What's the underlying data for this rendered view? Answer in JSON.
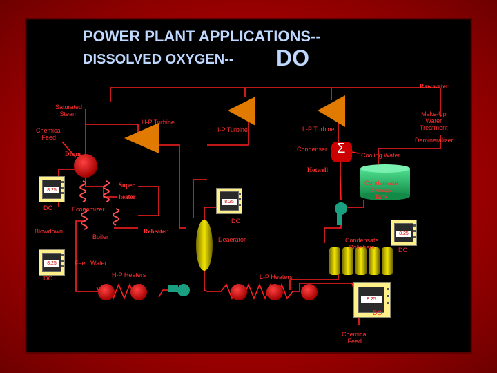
{
  "title": {
    "line1": "POWER PLANT APPLICATIONS--",
    "line2": "DISSOLVED OXYGEN--",
    "line2_suffix": "DO"
  },
  "labels": {
    "raw_water": "Raw water",
    "saturated_steam_1": "Saturated",
    "saturated_steam_2": "Steam",
    "hp_turbine": "H-P Turbine",
    "ip_turbine": "I-P Turbine",
    "lp_turbine": "L-P Turbine",
    "chemical_feed_top_1": "Chemical",
    "chemical_feed_top_2": "Feed",
    "makeup_1": "Make-Up",
    "makeup_2": "Water",
    "makeup_3": "Treatment",
    "demineralizer": "Demineralizer",
    "drum": "Drum",
    "condenser": "Condenser",
    "condenser_symbol": "Σ",
    "cooling_water": "Cooling Water",
    "hotwell": "Hotwell",
    "condensate_storage_1": "Condensate",
    "condensate_storage_2": "Storage",
    "condensate_storage_3": "Tank",
    "super": "Super",
    "heater": "heater",
    "economizer": "Economizer",
    "blowdown": "Blowdown",
    "boiler": "Boiler",
    "reheater": "Reheater",
    "deaerator": "Deaerator",
    "condensate_polishers_1": "Condensate",
    "condensate_polishers_2": "Polishers",
    "feed_water": "Feed Water",
    "hp_heaters": "H-P Heaters",
    "lp_heaters": "L-P Heaters",
    "chemical_feed_bottom_1": "Chemical",
    "chemical_feed_bottom_2": "Feed"
  },
  "instruments": [
    {
      "id": "analyzer-drum",
      "value": "8.25",
      "tag": "DO"
    },
    {
      "id": "analyzer-deaerator",
      "value": "8.25",
      "tag": "DO"
    },
    {
      "id": "analyzer-polishers",
      "value": "8.25",
      "tag": "DO"
    },
    {
      "id": "analyzer-blowdown",
      "value": "8.25",
      "tag": "DO"
    },
    {
      "id": "analyzer-lp-heaters",
      "value": "8.25",
      "tag": "DO"
    }
  ],
  "colors": {
    "frame": "#b00000",
    "background": "#000000",
    "title": "#bfd8ff",
    "label": "#ff3030",
    "pipe": "#ff2020",
    "equipment_red": "#cc0000",
    "turbine_orange": "#e07a00",
    "tank_green": "#2fbf6a",
    "pump_green": "#1aa080",
    "deaerator_yellow": "#e6d800",
    "instrument_yellow": "#fff08a"
  }
}
